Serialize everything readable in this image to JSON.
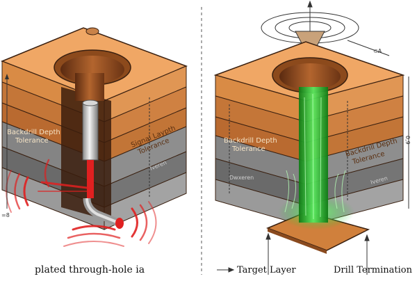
{
  "left_panel": {
    "caption": "plated through-hole ia",
    "label_backdrill": [
      "Backdrill Depth",
      "Tolerance"
    ],
    "label_signal": [
      "Signal Laypth",
      "Tolerance"
    ],
    "label_inner": "Iveren",
    "scale_mark": "=8"
  },
  "right_panel": {
    "label_backdrill_left": [
      "Backdrill Depth",
      "Tolerance"
    ],
    "label_backdrill_right": [
      "Backdrill Depth",
      "Tolerance"
    ],
    "label_inner_left": "Dwxeren",
    "label_inner_right": "Iveren",
    "top_mark": "⊂A",
    "side_mark": "0,9",
    "caption_left": "Target Layer",
    "caption_right": "Drill Termination"
  },
  "colors": {
    "copper_light": "#e9a15e",
    "copper_mid": "#d0803c",
    "copper_dark": "#a3582a",
    "dielectric": "#808080",
    "dielectric_dark": "#5e5e5e",
    "signal_red": "#e02020",
    "glow_green": "#22c22a"
  }
}
